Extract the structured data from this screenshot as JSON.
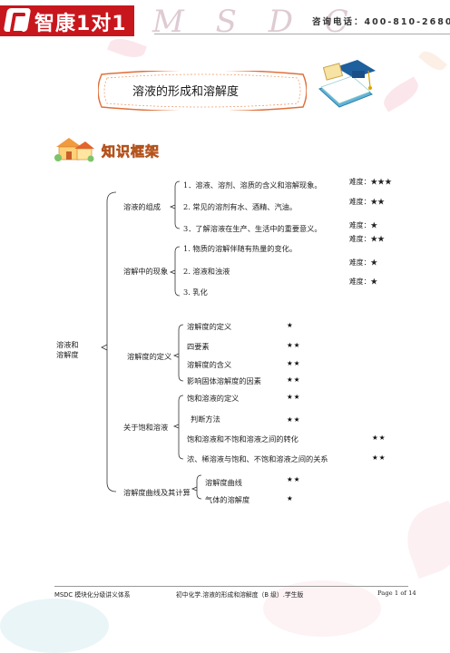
{
  "header": {
    "logo_text": "智康1对1",
    "brand_letters": "M S D C",
    "hotline": "咨询电话：400-810-2680"
  },
  "title": "溶液的形成和溶解度",
  "section_title": "知识框架",
  "tree": {
    "root": [
      "溶液和",
      "溶解度"
    ],
    "branches": [
      {
        "label": "溶液的组成",
        "items": [
          {
            "text": "1．溶液、溶剂、溶质的含义和溶解现象。",
            "difficulty": "难度：★★★"
          },
          {
            "text": "2. 常见的溶剂有水、酒精、汽油。",
            "difficulty": "难度：★★"
          },
          {
            "text": "3．了解溶液在生产、生活中的重要意义。",
            "difficulty": "难度：★"
          }
        ]
      },
      {
        "label": "溶解中的现象",
        "items": [
          {
            "text": "1. 物质的溶解伴随有热量的变化。",
            "difficulty": "难度：★★"
          },
          {
            "text": "2. 溶液和浊液",
            "difficulty": "难度：★"
          },
          {
            "text": "3. 乳化",
            "difficulty": "难度：★"
          }
        ]
      },
      {
        "label": "溶解度的定义",
        "items": [
          {
            "text": "溶解度的定义",
            "stars": "★"
          },
          {
            "text": "四要素",
            "stars": "★★"
          },
          {
            "text": "溶解度的含义",
            "stars": "★★"
          },
          {
            "text": "影响固体溶解度的因素",
            "stars": "★★"
          }
        ]
      },
      {
        "label": "关于饱和溶液",
        "items": [
          {
            "text": "饱和溶液的定义",
            "stars": "★★"
          },
          {
            "text": "判断方法",
            "stars": "★★"
          },
          {
            "text": "饱和溶液和不饱和溶液之间的转化",
            "stars": "★★"
          },
          {
            "text": "浓、稀溶液与饱和、不饱和溶液之间的关系",
            "stars": "★★"
          }
        ]
      },
      {
        "label": "溶解度曲线及其计算",
        "items": [
          {
            "text": "溶解度曲线",
            "stars": "★★"
          },
          {
            "text": "气体的溶解度",
            "stars": "★"
          }
        ]
      }
    ]
  },
  "footer": {
    "left": "MSDC 模块化分级讲义体系",
    "middle": "初中化学.溶液的形成和溶解度（B 级）.学生版",
    "right": "Page 1 of 14"
  },
  "colors": {
    "brand_red": "#c8161d",
    "title_frame": "#e0703a",
    "section_title_fill": "#f5c08a"
  }
}
